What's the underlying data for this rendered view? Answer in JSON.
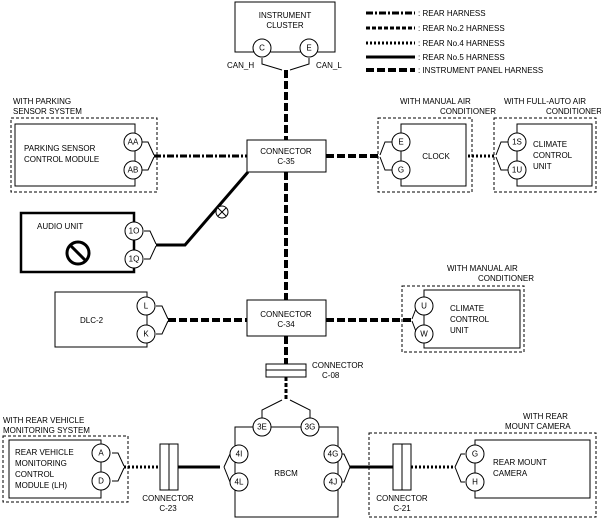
{
  "legend": [
    {
      "label": ": REAR HARNESS",
      "style": "rear"
    },
    {
      "label": ": REAR No.2 HARNESS",
      "style": "rear2"
    },
    {
      "label": ": REAR No.4 HARNESS",
      "style": "rear4"
    },
    {
      "label": ": REAR No.5 HARNESS",
      "style": "rear5"
    },
    {
      "label": ": INSTRUMENT PANEL HARNESS",
      "style": "ip"
    }
  ],
  "instrument_cluster": {
    "line1": "INSTRUMENT",
    "line2": "CLUSTER",
    "pin_c": "C",
    "pin_e": "E",
    "can_h": "CAN_H",
    "can_l": "CAN_L"
  },
  "parking": {
    "group1": "WITH PARKING",
    "group2": "SENSOR SYSTEM",
    "line1": "PARKING SENSOR",
    "line2": "CONTROL MODULE",
    "pin1": "AA",
    "pin2": "AB"
  },
  "c35": {
    "line1": "CONNECTOR",
    "line2": "C-35"
  },
  "clock": {
    "group1": "WITH MANUAL AIR",
    "group2": "CONDITIONER",
    "label": "CLOCK",
    "pin1": "E",
    "pin2": "G"
  },
  "climate_auto": {
    "group1": "WITH FULL-AUTO AIR",
    "group2": "CONDITIONER",
    "line1": "CLIMATE",
    "line2": "CONTROL",
    "line3": "UNIT",
    "pin1": "1S",
    "pin2": "1U"
  },
  "audio": {
    "label": "AUDIO UNIT",
    "pin1": "1O",
    "pin2": "1Q"
  },
  "dlc": {
    "label": "DLC-2",
    "pin1": "L",
    "pin2": "K"
  },
  "c34": {
    "line1": "CONNECTOR",
    "line2": "C-34"
  },
  "climate_manual": {
    "group1": "WITH MANUAL AIR",
    "group2": "CONDITIONER",
    "line1": "CLIMATE",
    "line2": "CONTROL",
    "line3": "UNIT",
    "pin1": "U",
    "pin2": "W"
  },
  "c08": {
    "line1": "CONNECTOR",
    "line2": "C-08"
  },
  "rear_monitor": {
    "group1": "WITH REAR VEHICLE",
    "group2": "MONITORING SYSTEM",
    "line1": "REAR VEHICLE",
    "line2": "MONITORING",
    "line3": "CONTROL",
    "line4": "MODULE (LH)",
    "pin1": "A",
    "pin2": "D"
  },
  "c23": {
    "line1": "CONNECTOR",
    "line2": "C-23"
  },
  "rbcm": {
    "label": "RBCM",
    "pin_3e": "3E",
    "pin_3g": "3G",
    "pin_4i": "4I",
    "pin_4l": "4L",
    "pin_4g": "4G",
    "pin_4j": "4J"
  },
  "c21": {
    "line1": "CONNECTOR",
    "line2": "C-21"
  },
  "camera": {
    "group1": "WITH REAR",
    "group2": "MOUNT CAMERA",
    "line1": "REAR MOUNT",
    "line2": "CAMERA",
    "pin1": "G",
    "pin2": "H"
  }
}
